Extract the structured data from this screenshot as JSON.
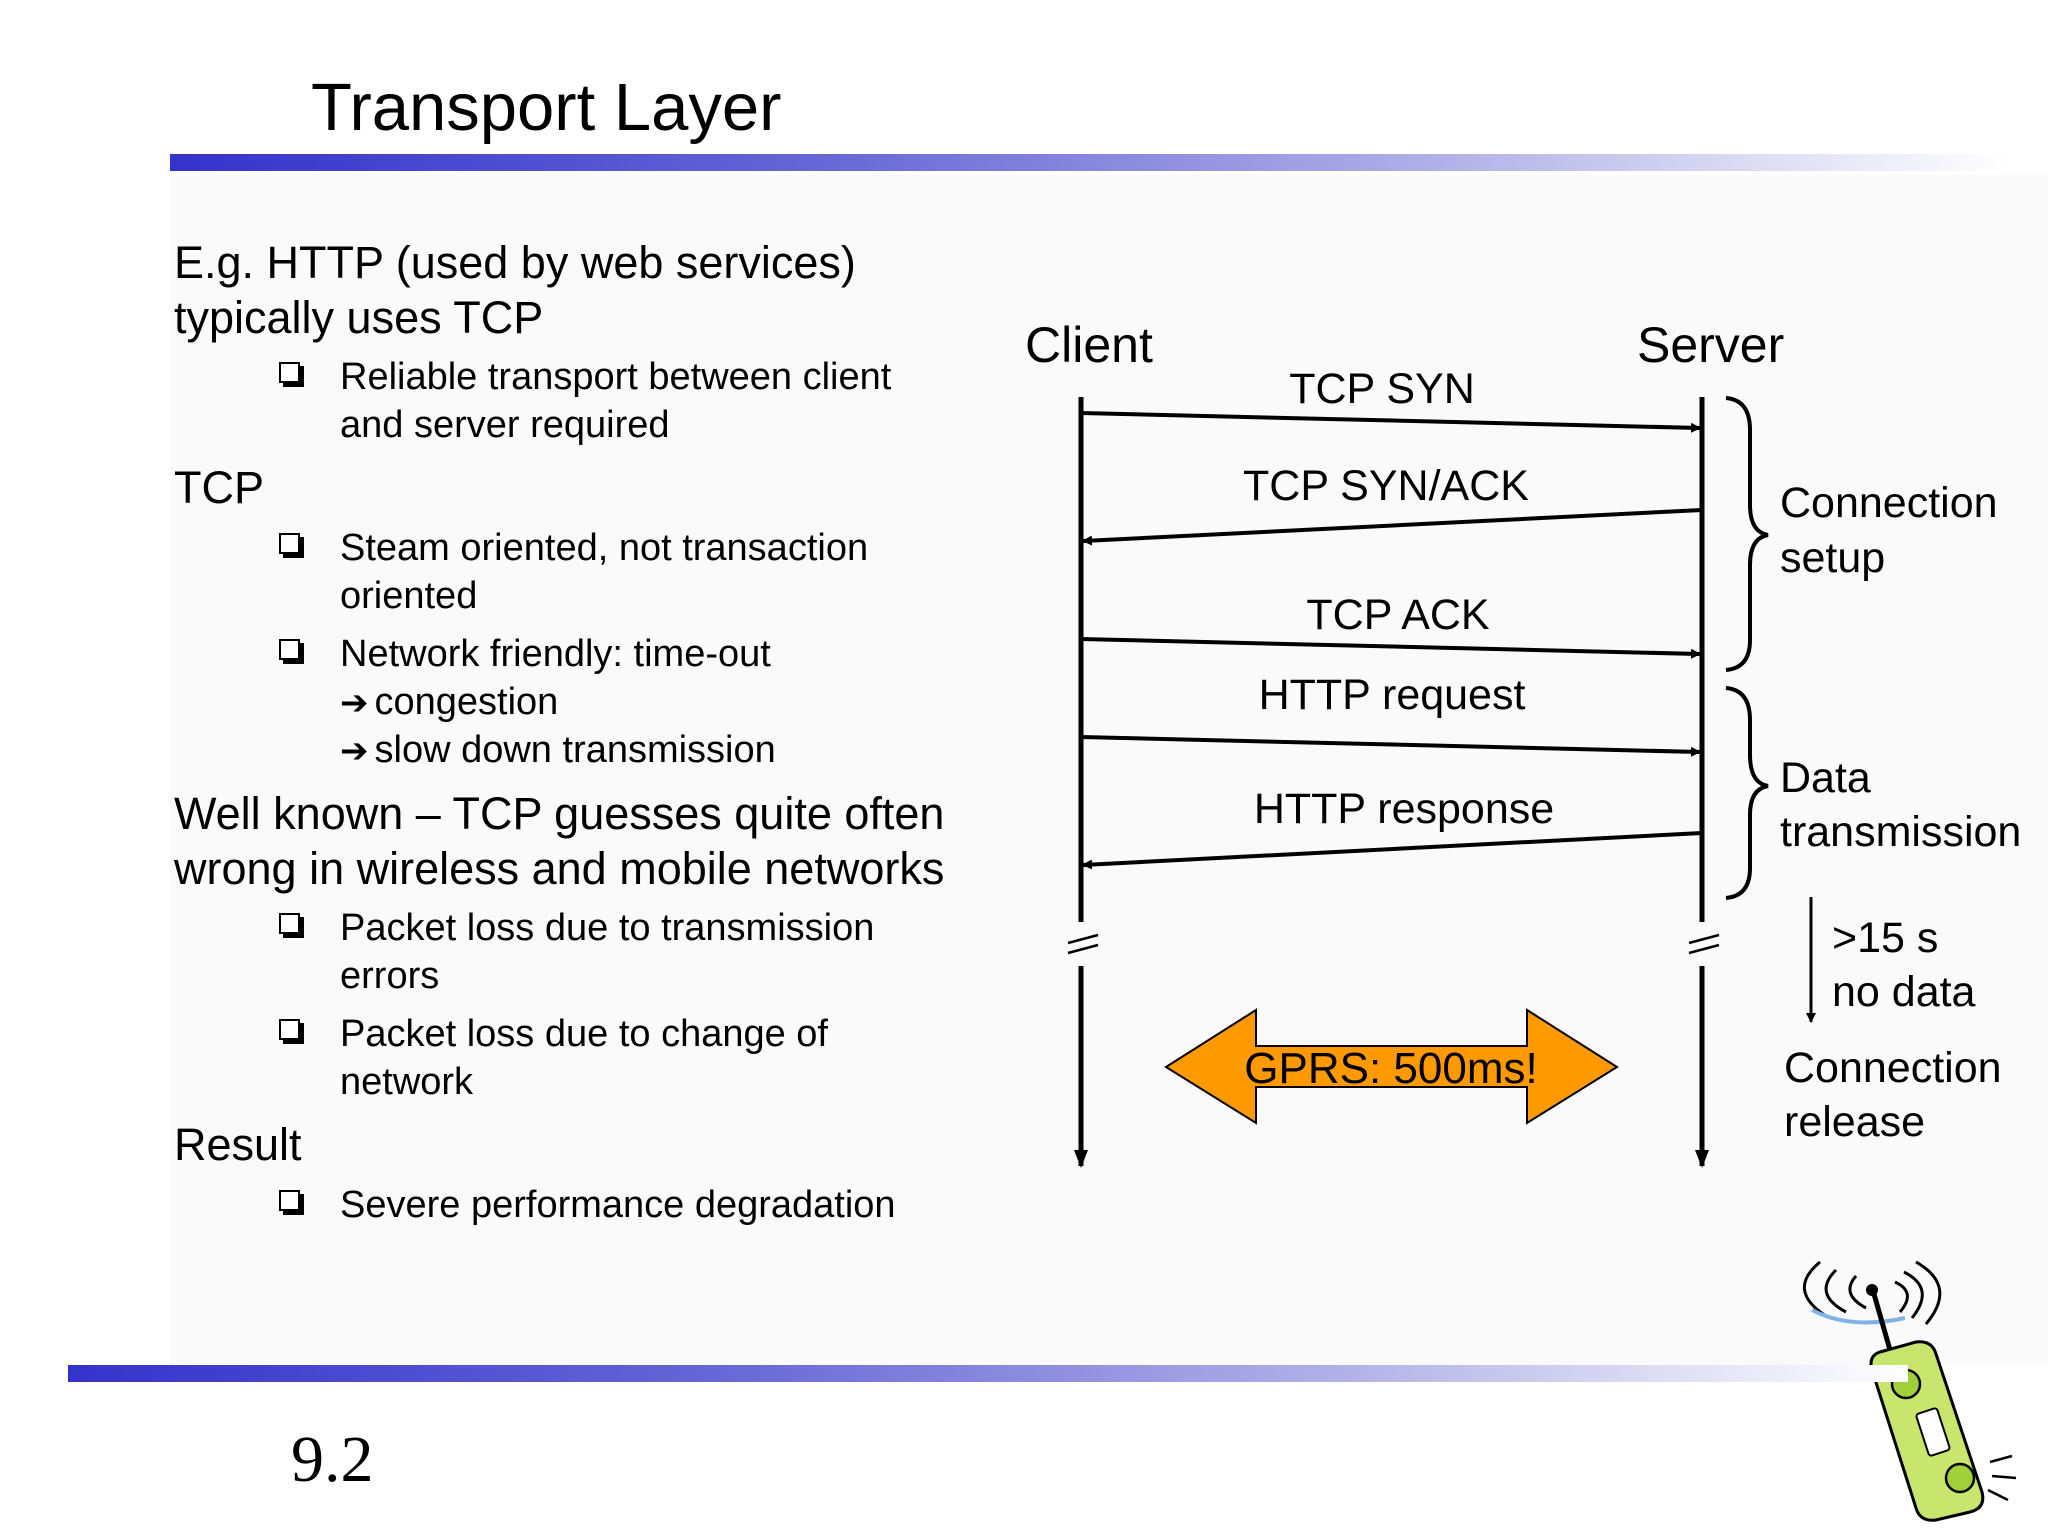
{
  "slide": {
    "title": "Transport Layer",
    "page_number": "9.2"
  },
  "left": {
    "intro_line1": "E.g. HTTP (used by web services)",
    "intro_line2": "typically uses TCP",
    "intro_bullet_line1": "Reliable transport between client",
    "intro_bullet_line2": "and server required",
    "tcp_heading": "TCP",
    "tcp_b1_line1": "Steam oriented, not transaction",
    "tcp_b1_line2": "oriented",
    "tcp_b2_line1": "Network friendly: time-out",
    "tcp_b2_line2": "congestion",
    "tcp_b2_line3": "slow down transmission",
    "arrow_glyph": "➔",
    "known_line1": "Well known – TCP guesses quite often",
    "known_line2": "wrong in wireless and mobile networks",
    "known_b1_line1": "Packet loss due to transmission",
    "known_b1_line2": "errors",
    "known_b2_line1": "Packet loss due to change of",
    "known_b2_line2": "network",
    "result_heading": "Result",
    "result_b1": "Severe performance degradation"
  },
  "diagram": {
    "client_label": "Client",
    "server_label": "Server",
    "messages": {
      "syn": "TCP SYN",
      "synack": "TCP SYN/ACK",
      "ack": "TCP ACK",
      "http_req": "HTTP request",
      "http_resp": "HTTP response"
    },
    "setup_line1": "Connection",
    "setup_line2": "setup",
    "data_line1": "Data",
    "data_line2": "transmission",
    "timeout_line1": ">15 s",
    "timeout_line2": "no data",
    "release_line1": "Connection",
    "release_line2": "release",
    "gprs_label": "GPRS: 500ms!",
    "gprs_color": "#ff9900"
  },
  "icons": {
    "bullet": "square-bullet-icon",
    "phone": "mobile-phone-icon"
  }
}
